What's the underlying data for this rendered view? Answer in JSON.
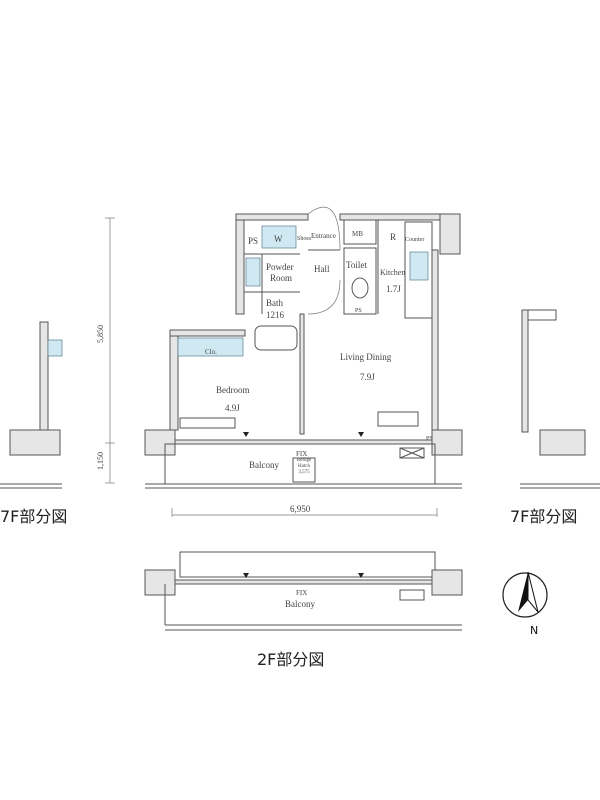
{
  "rooms": {
    "ps": "PS",
    "w": "W",
    "shoes": "Shoes",
    "entrance": "Entrance",
    "mb": "MB",
    "r": "R",
    "counter": "Counter",
    "powder_room_1": "Powder",
    "powder_room_2": "Room",
    "hall": "Hall",
    "toilet": "Toilet",
    "kitchen": "Kitchen",
    "kitchen_size": "1.7J",
    "bath": "Bath",
    "bath_size": "1216",
    "ps_toilet": "PS",
    "clo": "Clo.",
    "bedroom": "Bedroom",
    "bedroom_size": "4.9J",
    "living": "Living Dining",
    "living_size": "7.9J",
    "fix": "FIX",
    "refuge": "Refuge Hatch 3,575",
    "balcony": "Balcony",
    "fix_2f": "FIX",
    "balcony_2f": "Balcony",
    "ps_balcony": "PS"
  },
  "dimensions": {
    "height_main": "5,850",
    "height_balcony": "1,150",
    "width": "6,950"
  },
  "captions": {
    "left": "7F部分図",
    "right": "7F部分図",
    "bottom": "2F部分図"
  },
  "compass": {
    "label": "N"
  }
}
